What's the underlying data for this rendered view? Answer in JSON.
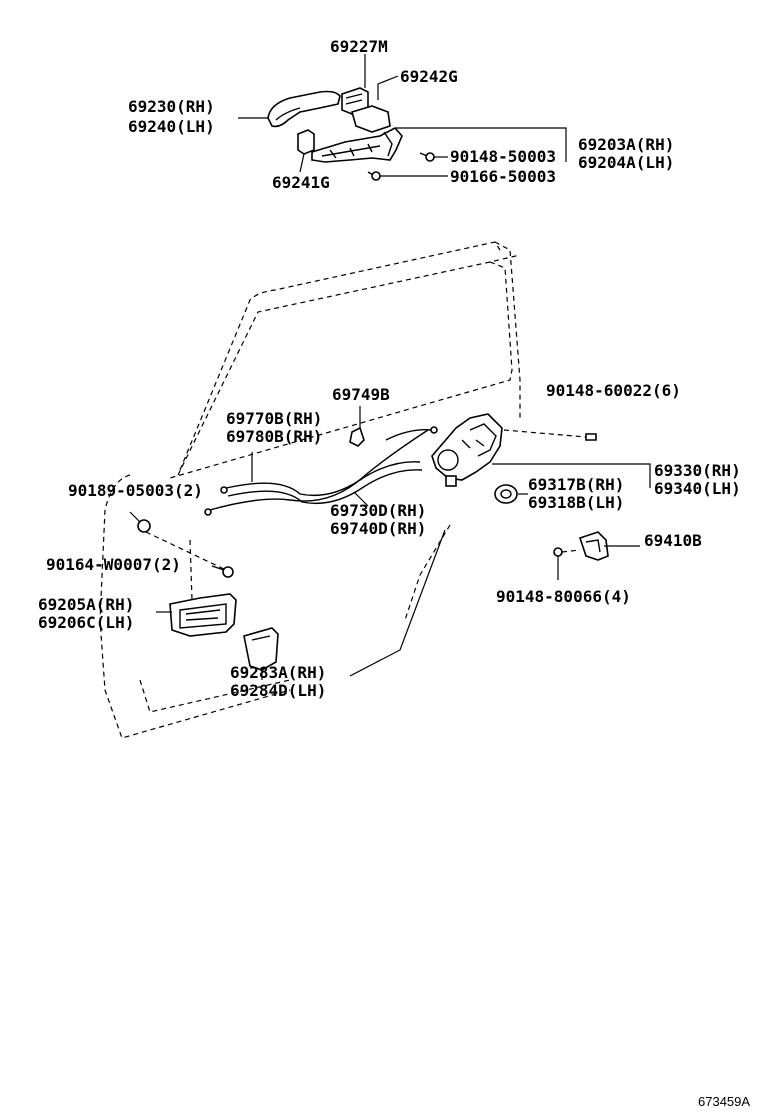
{
  "diagram_code": "673459A",
  "labels": {
    "p69227M": "69227M",
    "p69242G": "69242G",
    "p69230": "69230(RH)",
    "p69240": "69240(LH)",
    "p69203A": "69203A(RH)",
    "p69204A": "69204A(LH)",
    "p90148_50003": "90148-50003",
    "p69241G": "69241G",
    "p90166_50003": "90166-50003",
    "p69749B": "69749B",
    "p90148_60022": "90148-60022(6)",
    "p69770B": "69770B(RH)",
    "p69780B": "69780B(RH)",
    "p69330": "69330(RH)",
    "p69340": "69340(LH)",
    "p69317B": "69317B(RH)",
    "p69318B": "69318B(LH)",
    "p90189_05003": "90189-05003(2)",
    "p69730D": "69730D(RH)",
    "p69740D": "69740D(RH)",
    "p69410B": "69410B",
    "p90164_W0007": "90164-W0007(2)",
    "p90148_80066": "90148-80066(4)",
    "p69205A": "69205A(RH)",
    "p69206C": "69206C(LH)",
    "p69283A": "69283A(RH)",
    "p69284D": "69284D(LH)"
  }
}
